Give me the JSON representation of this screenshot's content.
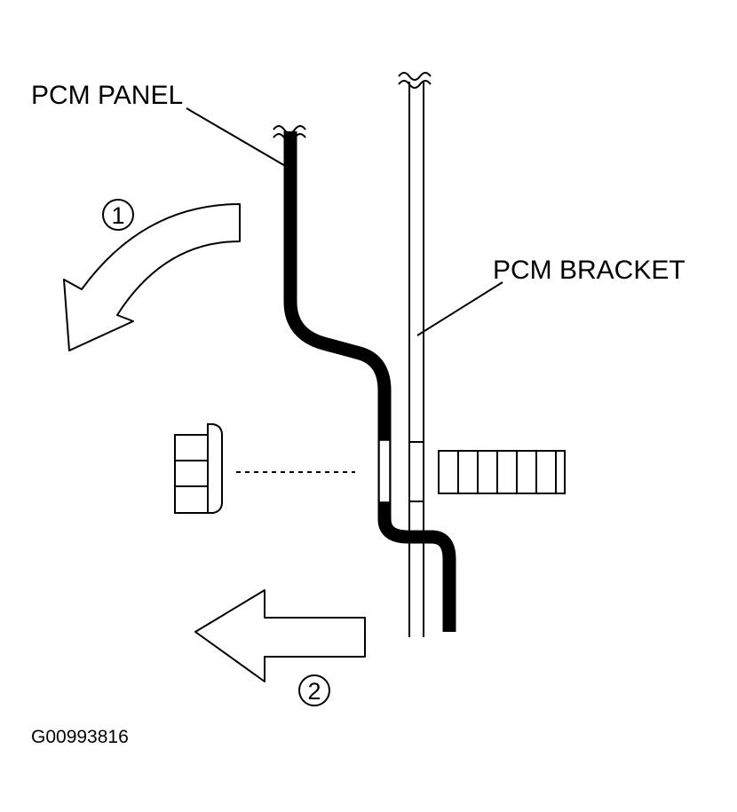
{
  "labels": {
    "panel": "PCM PANEL",
    "bracket": "PCM BRACKET"
  },
  "steps": {
    "step1": "1",
    "step2": "2"
  },
  "figure_code": "G00993816",
  "colors": {
    "ink": "#000000",
    "background": "#ffffff"
  }
}
